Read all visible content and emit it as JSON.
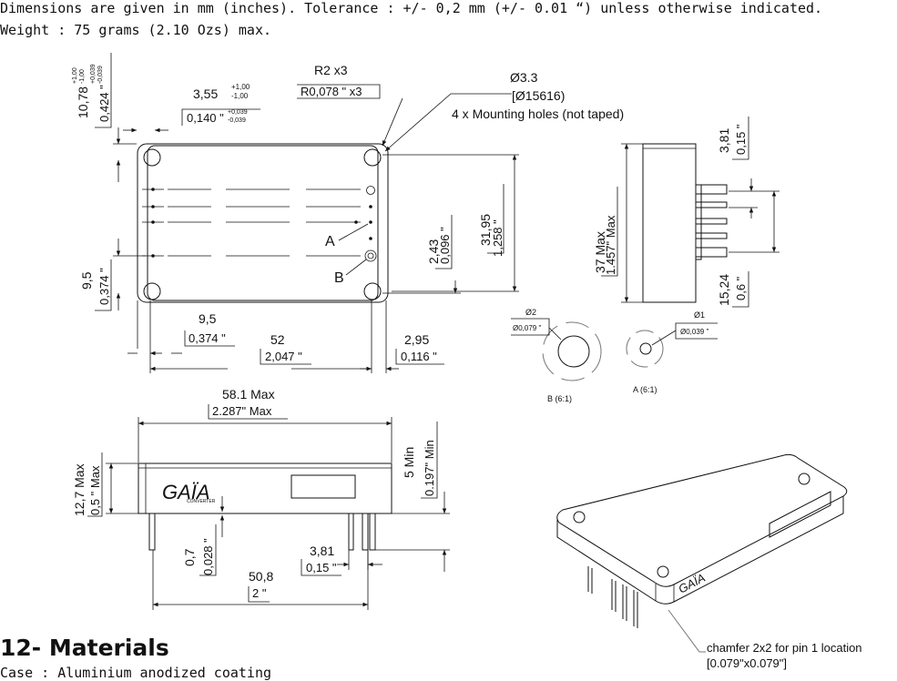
{
  "header": {
    "line1": "Dimensions are given in mm (inches). Tolerance : +/- 0,2 mm (+/- 0.01 “) unless otherwise indicated.",
    "line2": "Weight :  75 grams (2.10 Ozs) max."
  },
  "section_title": "12- Materials",
  "section_sub": "Case : Aluminium anodized coating",
  "top_view": {
    "radius": "R2 x3",
    "radius_in": "R0,078 \" x3",
    "hole_dia": "Ø3.3",
    "hole_dia_in": "[Ø15616)",
    "holes_note": "4 x Mounting holes (not taped)",
    "dim_355": "3,55",
    "tol_plus_100": "+1,00",
    "tol_minus_100": "-1,00",
    "dim_0140": "0,140 \"",
    "tol_plus_0039": "+0,039",
    "tol_minus_0039": "-0,039",
    "dim_1078": "10,78",
    "dim_0424": "0,424 \"",
    "dim_243": "2,43",
    "dim_0096": "0,096 \"",
    "dim_3195": "31,95",
    "dim_1258": "1,258 \"",
    "dim_95_v": "9,5",
    "dim_0374_v": "0,374 \"",
    "dim_95_h": "9,5",
    "dim_0374_h": "0,374 \"",
    "dim_52": "52",
    "dim_2047": "2,047 \"",
    "dim_295": "2,95",
    "dim_0116": "0,116 \"",
    "label_a": "A",
    "label_b": "B"
  },
  "side_view": {
    "dim_37": "37 Max",
    "dim_1457": "1.457\" Max",
    "dim_381": "3,81",
    "dim_015": "0,15 \"",
    "dim_1524": "15,24",
    "dim_06": "0,6 \""
  },
  "details": {
    "b_dia": "Ø2",
    "b_dia_in": "Ø0,079 \"",
    "b_label": "B (6:1)",
    "a_dia": "Ø1",
    "a_dia_in": "Ø0,039 \"",
    "a_label": "A (6:1)"
  },
  "front_view": {
    "dim_581": "58.1 Max",
    "dim_2287": "2.287\" Max",
    "dim_127": "12,7 Max",
    "dim_05": "0,5 \" Max",
    "dim_5min": "5 Min",
    "dim_0197": "0.197\" Min",
    "dim_07": "0,7",
    "dim_0028": "0,028 \"",
    "dim_381": "3,81",
    "dim_015": "0,15 \"",
    "dim_508": "50,8",
    "dim_2in": "2 \"",
    "logo": "GAÏA",
    "logo_sub": "CONVERTER"
  },
  "iso_view": {
    "chamfer_note": "chamfer 2x2 for pin 1 location",
    "chamfer_note_in": "[0.079\"x0.079\"]",
    "logo": "GAÏA"
  }
}
